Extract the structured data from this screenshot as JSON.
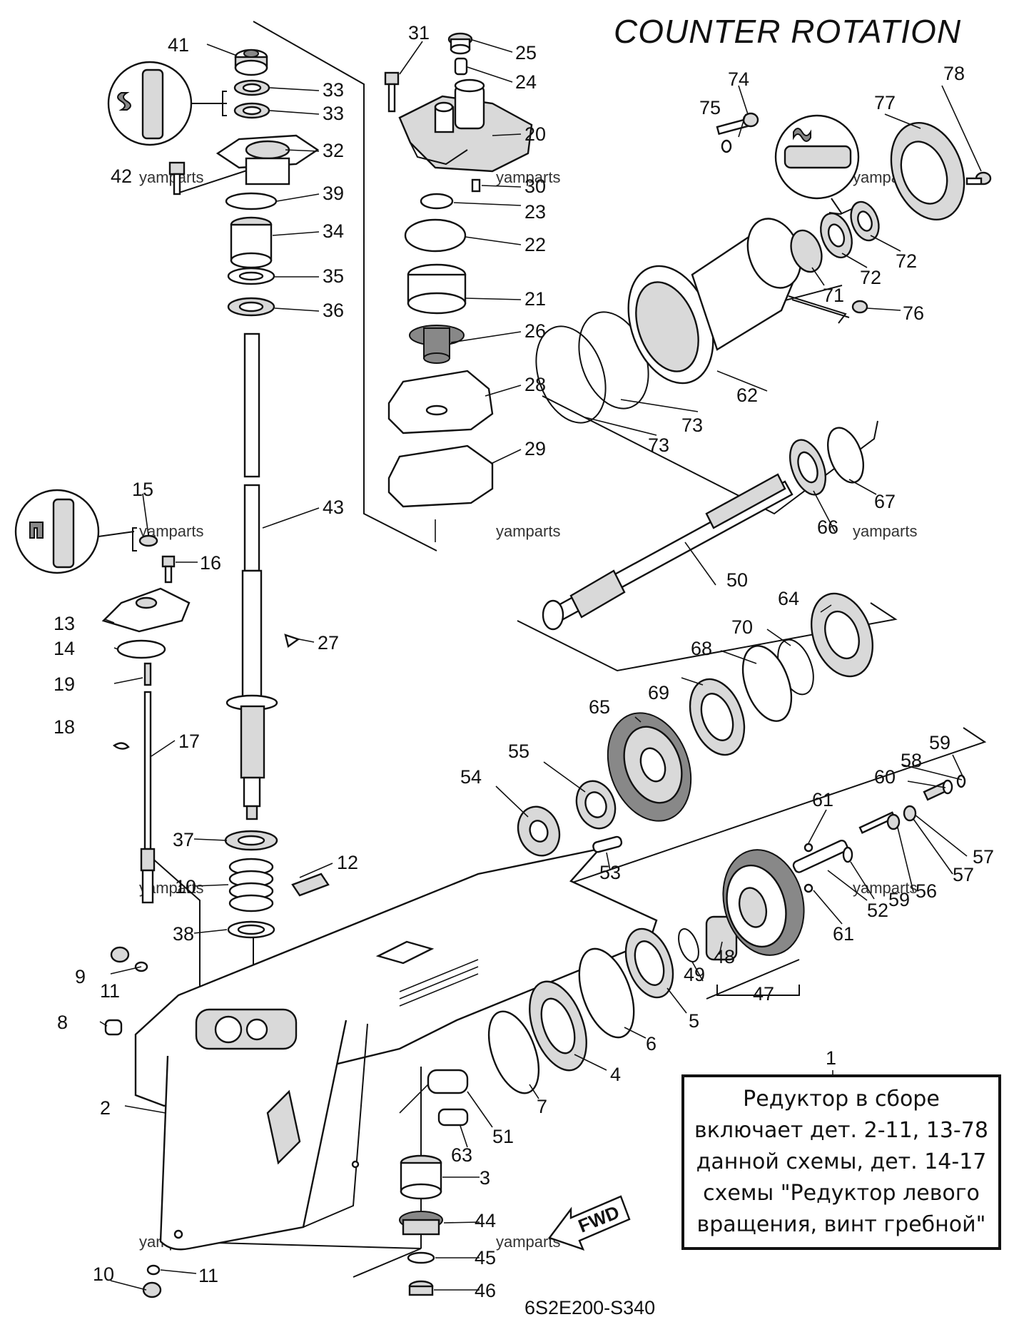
{
  "title": "COUNTER ROTATION",
  "drawing_code": "6S2E200-S340",
  "fwd_label": "FWD",
  "watermark": "yamparts",
  "note": {
    "lines": [
      "Редуктор в сборе",
      "включает дет. 2-11, 13-78",
      "данной схемы, дет. 14-17",
      "схемы \"Редуктор левого",
      "вращения, винт гребной\""
    ]
  },
  "callouts": {
    "c1": "1",
    "c2": "2",
    "c3": "3",
    "c4": "4",
    "c5": "5",
    "c6": "6",
    "c7": "7",
    "c8": "8",
    "c9": "9",
    "c10a": "10",
    "c10b": "10",
    "c11a": "11",
    "c11b": "11",
    "c12": "12",
    "c13": "13",
    "c14": "14",
    "c15": "15",
    "c16": "16",
    "c17": "17",
    "c18": "18",
    "c19": "19",
    "c20": "20",
    "c21": "21",
    "c22": "22",
    "c23": "23",
    "c24": "24",
    "c25": "25",
    "c26": "26",
    "c27": "27",
    "c28": "28",
    "c29": "29",
    "c30": "30",
    "c31": "31",
    "c32": "32",
    "c33a": "33",
    "c33b": "33",
    "c34": "34",
    "c35": "35",
    "c36": "36",
    "c37": "37",
    "c38": "38",
    "c39": "39",
    "c41": "41",
    "c42": "42",
    "c43": "43",
    "c44": "44",
    "c45": "45",
    "c46": "46",
    "c47": "47",
    "c48": "48",
    "c49": "49",
    "c50": "50",
    "c51": "51",
    "c52": "52",
    "c53": "53",
    "c54": "54",
    "c55": "55",
    "c56": "56",
    "c57a": "57",
    "c57b": "57",
    "c58": "58",
    "c59a": "59",
    "c59b": "59",
    "c60": "60",
    "c61a": "61",
    "c61b": "61",
    "c62": "62",
    "c63": "63",
    "c64": "64",
    "c65": "65",
    "c66": "66",
    "c67": "67",
    "c68": "68",
    "c69": "69",
    "c70": "70",
    "c71": "71",
    "c72a": "72",
    "c72b": "72",
    "c73a": "73",
    "c73b": "73",
    "c74": "74",
    "c75": "75",
    "c76": "76",
    "c77": "77",
    "c78": "78"
  }
}
